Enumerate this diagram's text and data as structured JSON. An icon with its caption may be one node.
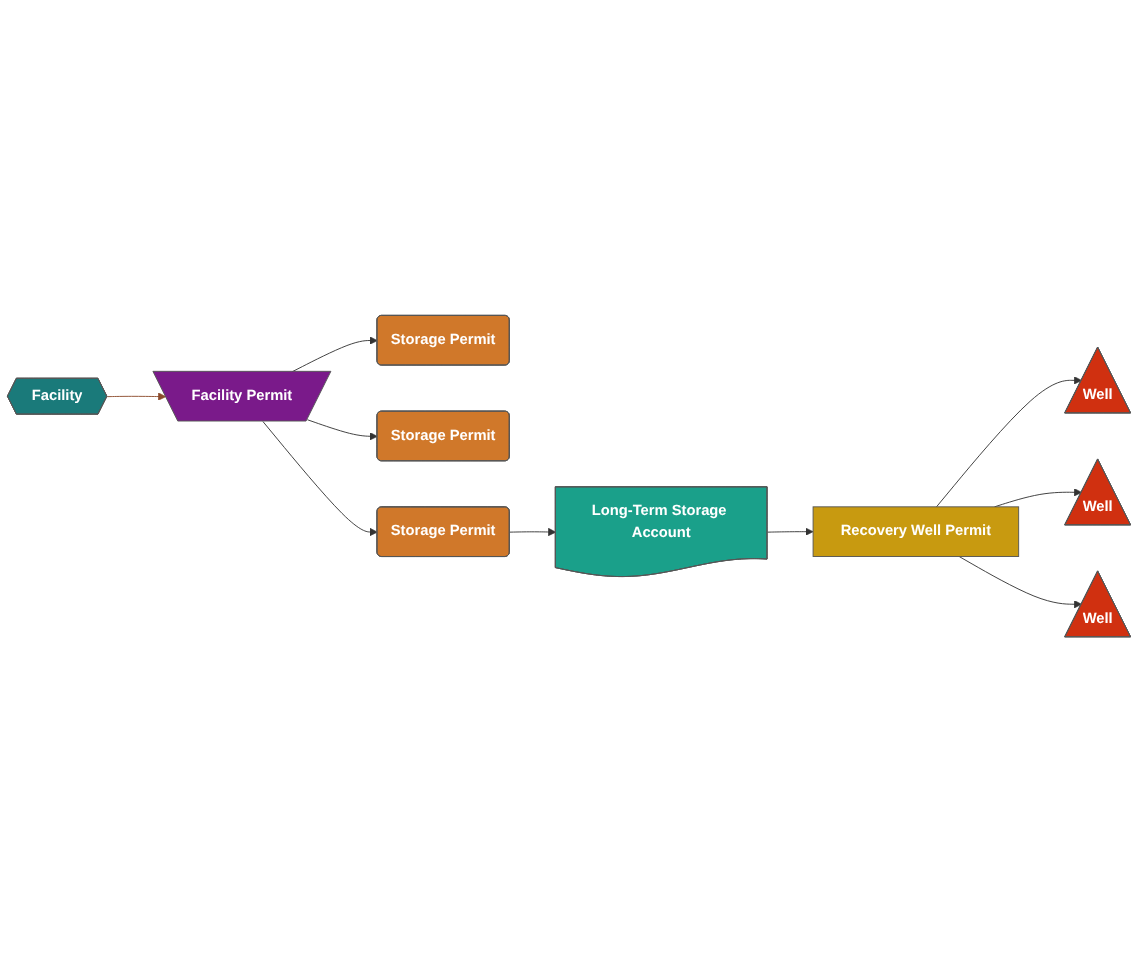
{
  "diagram": {
    "nodes": [
      {
        "text": [
          "Facility"
        ]
      },
      {
        "text": [
          "Facility Permit"
        ]
      },
      {
        "text": [
          "Storage Permit"
        ]
      },
      {
        "text": [
          "Storage Permit"
        ]
      },
      {
        "text": [
          "Storage Permit"
        ]
      },
      {
        "text": [
          "Long-Term Storage Account"
        ]
      },
      {
        "text": [
          "Recovery Well Permit"
        ]
      },
      {
        "text": [
          "Well"
        ]
      },
      {
        "text": [
          "Well"
        ]
      },
      {
        "text": [
          "Well"
        ]
      }
    ],
    "edges": [
      {
        "from": 0,
        "to": 1,
        "arrow": "to",
        "color": "#8b4a2b"
      },
      {
        "from": 1,
        "to": 2,
        "arrow": "to"
      },
      {
        "from": 1,
        "to": 3,
        "arrow": "to"
      },
      {
        "from": 1,
        "to": 4,
        "arrow": "to"
      },
      {
        "from": 4,
        "to": 5,
        "arrow": "to"
      },
      {
        "from": 5,
        "to": 6,
        "arrow": "to"
      },
      {
        "from": 6,
        "to": 7,
        "arrow": "to"
      },
      {
        "from": 6,
        "to": 8,
        "arrow": "to"
      },
      {
        "from": 6,
        "to": 9,
        "arrow": "to"
      }
    ]
  }
}
